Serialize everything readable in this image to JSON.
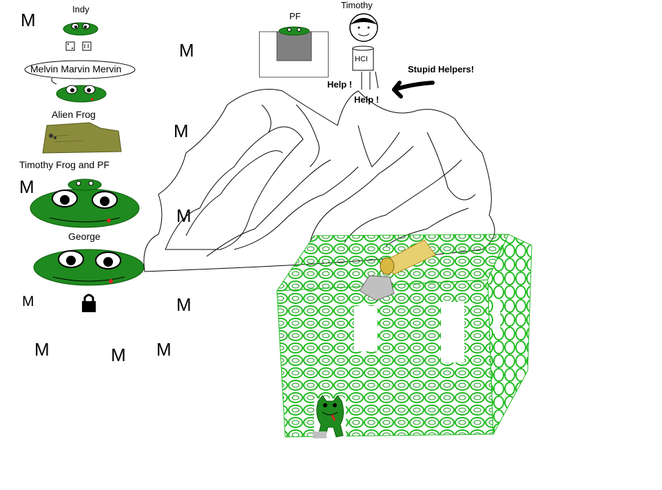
{
  "characters": {
    "indy": "Indy",
    "melvin": "Melvin Marvin Mervin",
    "alien_frog": "Alien Frog",
    "timothy_frog_pf": "Timothy Frog and PF",
    "george": "George",
    "pf": "PF",
    "timothy": "Timothy"
  },
  "labels": {
    "hci": "HCI",
    "help1": "Help !",
    "help2": "Help !",
    "stupid_helpers": "Stupid Helpers!"
  },
  "m_letter": "M",
  "colors": {
    "frog_green": "#1f8a1f",
    "frog_dark": "#0b5c0b",
    "cube_green": "#22bb22",
    "alien_olive": "#8b8b3c",
    "pf_gray": "#808080",
    "cheese": "#e8d070"
  }
}
